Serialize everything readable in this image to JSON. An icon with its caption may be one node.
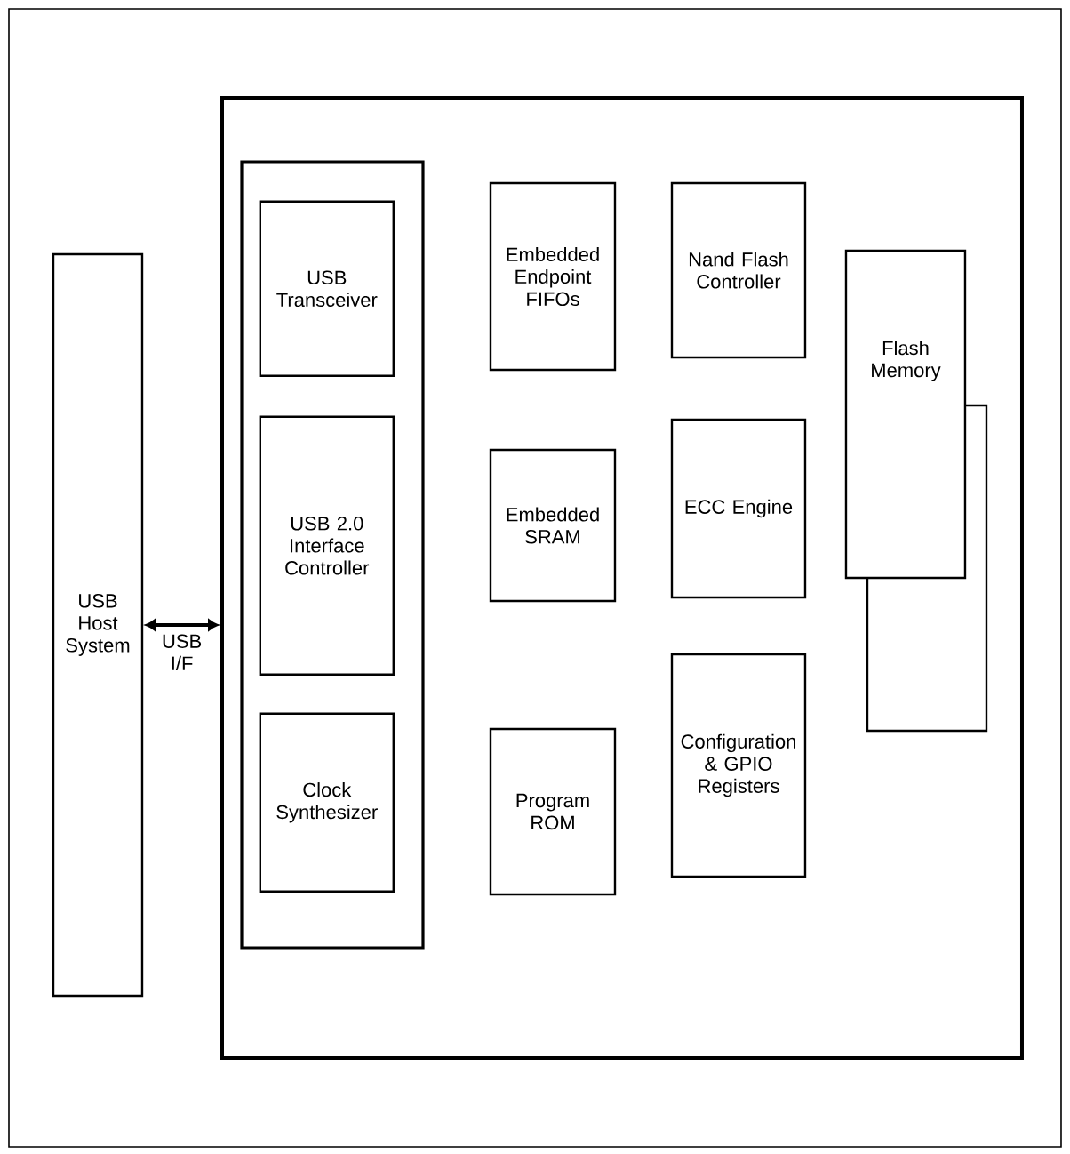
{
  "diagram": {
    "nodes": [
      {
        "text": [
          "USB Host System"
        ]
      },
      {
        "text": [],
        "shape": "box"
      },
      {
        "text": [],
        "shape": "box",
        "in": 1
      },
      {
        "text": [
          "USB Transceiver"
        ],
        "in": 2
      },
      {
        "text": [
          "USB 2.0 Interface Controller"
        ],
        "in": 2
      },
      {
        "text": [
          "Clock Synthesizer"
        ],
        "in": 2
      },
      {
        "text": [
          "Embedded Endpoint FIFOs"
        ],
        "in": 1
      },
      {
        "text": [
          "Nand Flash Controller"
        ],
        "in": 1
      },
      {
        "text": [
          "Flash Memory"
        ],
        "in": 1
      },
      {
        "text": [],
        "shape": "box",
        "in": 1
      },
      {
        "text": [
          "Embedded SRAM"
        ],
        "in": 1
      },
      {
        "text": [
          "ECC Engine"
        ],
        "in": 1
      },
      {
        "text": [
          "Program ROM"
        ],
        "in": 1
      },
      {
        "text": [
          "Configuration & GPIO Registers"
        ],
        "in": 1
      }
    ],
    "edges": [
      {
        "from": 0,
        "to": 1,
        "arrow": "both",
        "label": "USB I/F"
      }
    ]
  }
}
